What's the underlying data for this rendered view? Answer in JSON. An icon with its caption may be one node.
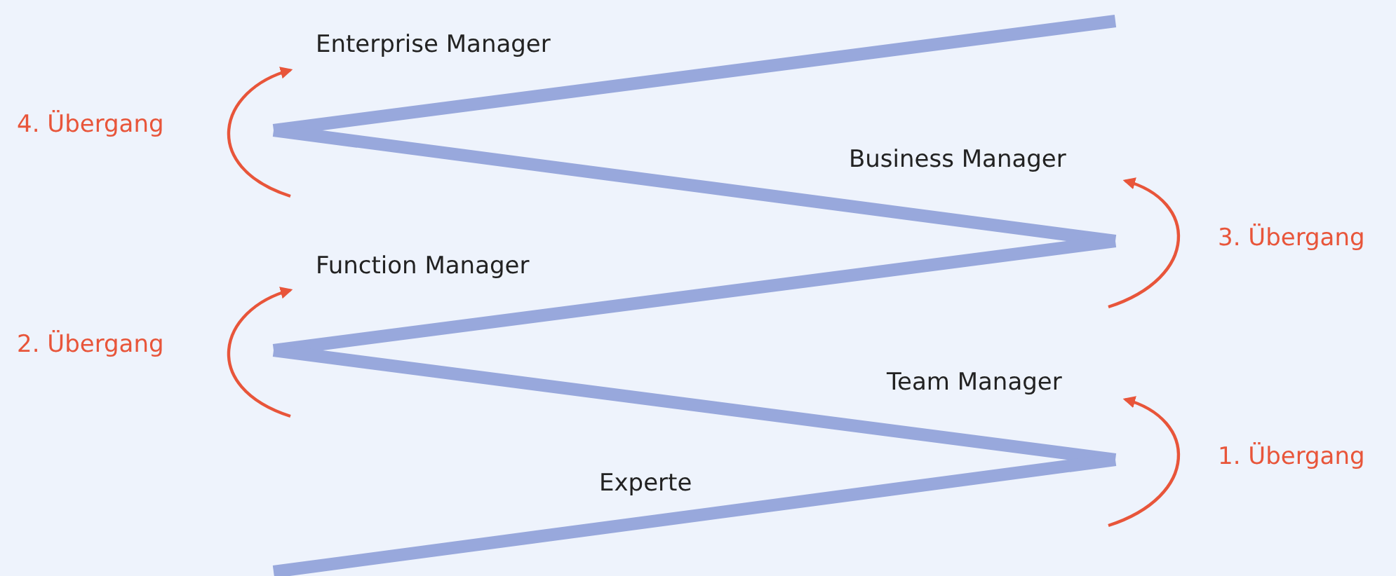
{
  "diagram": {
    "nodes": [
      {
        "text": [
          "Enterprise Manager"
        ]
      },
      {
        "text": [
          "Business Manager"
        ]
      },
      {
        "text": [
          "Function Manager"
        ]
      },
      {
        "text": [
          "Team Manager"
        ]
      },
      {
        "text": [
          "Experte"
        ]
      }
    ],
    "edges": [
      {
        "from": 4,
        "to": 3,
        "arrow": "to",
        "label": "1. Übergang"
      },
      {
        "from": 3,
        "to": 2,
        "arrow": "to",
        "label": "2. Übergang"
      },
      {
        "from": 2,
        "to": 1,
        "arrow": "to",
        "label": "3. Übergang"
      },
      {
        "from": 1,
        "to": 0,
        "arrow": "to",
        "label": "4. Übergang"
      }
    ]
  }
}
